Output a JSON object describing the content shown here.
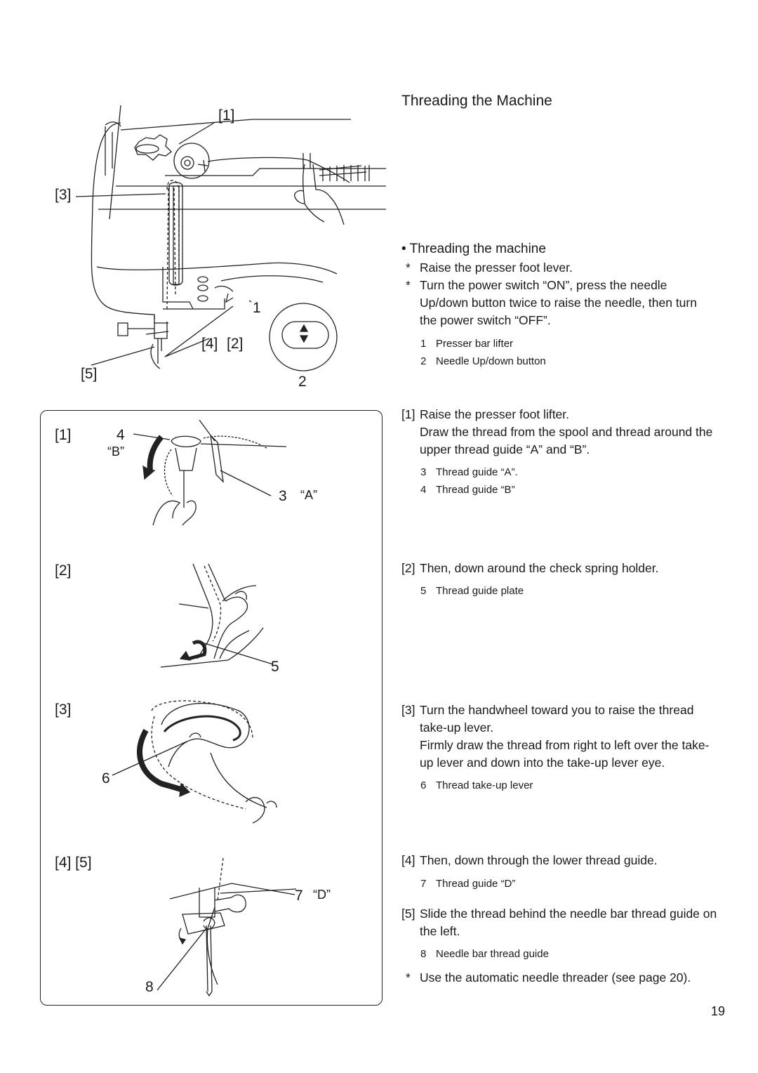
{
  "title": "Threading the Machine",
  "subtitle": "• Threading the machine",
  "intro_bullets": [
    "Raise the presser foot lever.",
    "Turn the power switch “ON”,  press the needle Up/down button twice to raise the needle, then turn the power switch “OFF”."
  ],
  "bullet_mark": "*",
  "intro_parts": [
    {
      "num": "1",
      "label": "Presser bar lifter"
    },
    {
      "num": "2",
      "label": "Needle Up/down button"
    }
  ],
  "steps": [
    {
      "tag": "[1]",
      "text": "Raise the presser foot lifter.",
      "extra": "Draw the thread from the spool and thread around the upper thread guide “A” and “B”.",
      "parts": [
        {
          "num": "3",
          "label": "Thread guide “A”."
        },
        {
          "num": "4",
          "label": "Thread guide “B”"
        }
      ]
    },
    {
      "tag": "[2]",
      "text": "Then, down around the check spring holder.",
      "parts": [
        {
          "num": "5",
          "label": "Thread guide plate"
        }
      ]
    },
    {
      "tag": "[3]",
      "text": "Turn the handwheel toward you to raise the thread take-up lever.",
      "extra": "Firmly draw the thread from right to left over the take-up lever and down into the take-up lever eye.",
      "parts": [
        {
          "num": "6",
          "label": "Thread take-up lever"
        }
      ]
    },
    {
      "tag": "[4]",
      "text": "Then, down through the lower thread guide.",
      "parts": [
        {
          "num": "7",
          "label": "Thread guide “D”"
        }
      ]
    },
    {
      "tag": "[5]",
      "text": "Slide the thread behind the needle bar thread guide on the left.",
      "parts": [
        {
          "num": "8",
          "label": "Needle bar thread guide"
        }
      ]
    }
  ],
  "footnote": "Use the automatic needle threader (see page 20).",
  "page_number": "19",
  "figure_main": {
    "callouts": [
      "[1]",
      "[3]",
      "1",
      "[4]",
      "[2]",
      "[5]",
      "2"
    ]
  },
  "figure_box": {
    "labels": [
      "[1]",
      "4",
      "“B”",
      "3",
      "“A”",
      "[2]",
      "5",
      "[3]",
      "6",
      "[4] [5]",
      "7",
      "“D”",
      "8"
    ]
  }
}
